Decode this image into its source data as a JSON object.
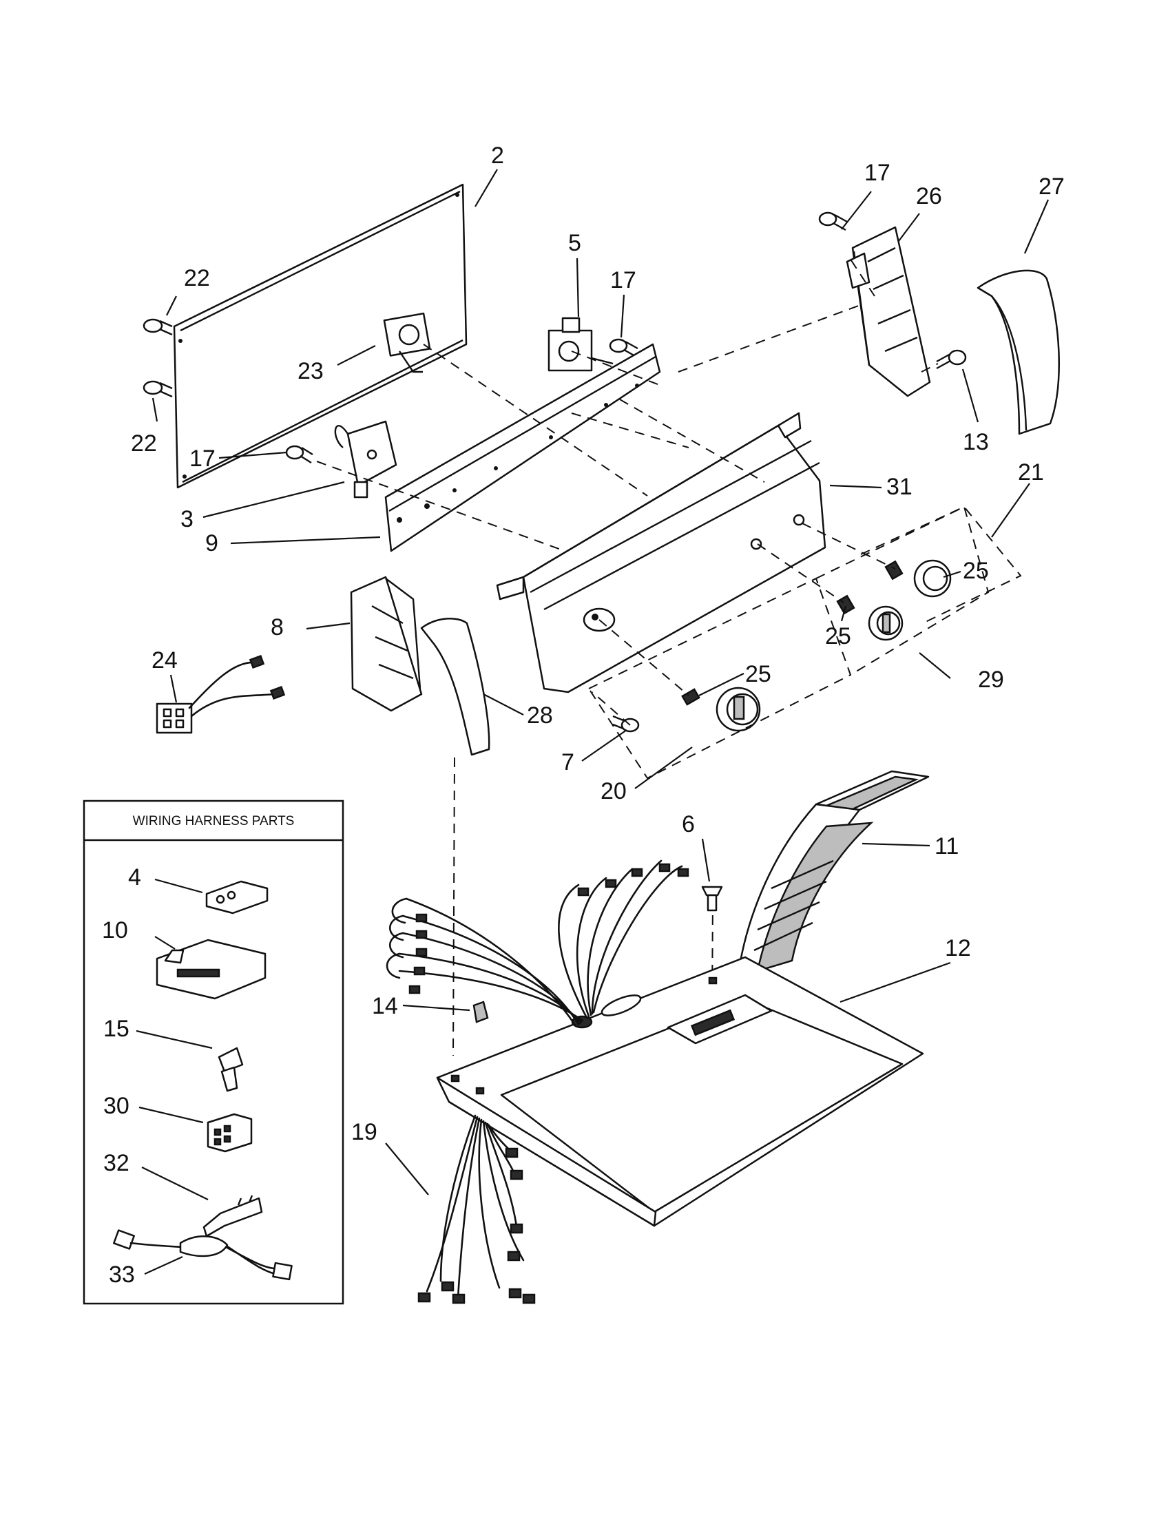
{
  "diagram": {
    "box_title": "WIRING HARNESS PARTS",
    "callouts": [
      {
        "id": "2",
        "label": "2"
      },
      {
        "id": "3",
        "label": "3"
      },
      {
        "id": "4",
        "label": "4"
      },
      {
        "id": "5",
        "label": "5"
      },
      {
        "id": "6",
        "label": "6"
      },
      {
        "id": "7",
        "label": "7"
      },
      {
        "id": "8",
        "label": "8"
      },
      {
        "id": "9",
        "label": "9"
      },
      {
        "id": "10",
        "label": "10"
      },
      {
        "id": "11",
        "label": "11"
      },
      {
        "id": "12",
        "label": "12"
      },
      {
        "id": "13",
        "label": "13"
      },
      {
        "id": "14",
        "label": "14"
      },
      {
        "id": "15",
        "label": "15"
      },
      {
        "id": "17a",
        "label": "17"
      },
      {
        "id": "17b",
        "label": "17"
      },
      {
        "id": "17c",
        "label": "17"
      },
      {
        "id": "19",
        "label": "19"
      },
      {
        "id": "20",
        "label": "20"
      },
      {
        "id": "21",
        "label": "21"
      },
      {
        "id": "22a",
        "label": "22"
      },
      {
        "id": "22b",
        "label": "22"
      },
      {
        "id": "23",
        "label": "23"
      },
      {
        "id": "24",
        "label": "24"
      },
      {
        "id": "25a",
        "label": "25"
      },
      {
        "id": "25b",
        "label": "25"
      },
      {
        "id": "25c",
        "label": "25"
      },
      {
        "id": "26",
        "label": "26"
      },
      {
        "id": "27",
        "label": "27"
      },
      {
        "id": "28",
        "label": "28"
      },
      {
        "id": "29",
        "label": "29"
      },
      {
        "id": "30",
        "label": "30"
      },
      {
        "id": "31",
        "label": "31"
      },
      {
        "id": "32",
        "label": "32"
      },
      {
        "id": "33",
        "label": "33"
      }
    ]
  }
}
